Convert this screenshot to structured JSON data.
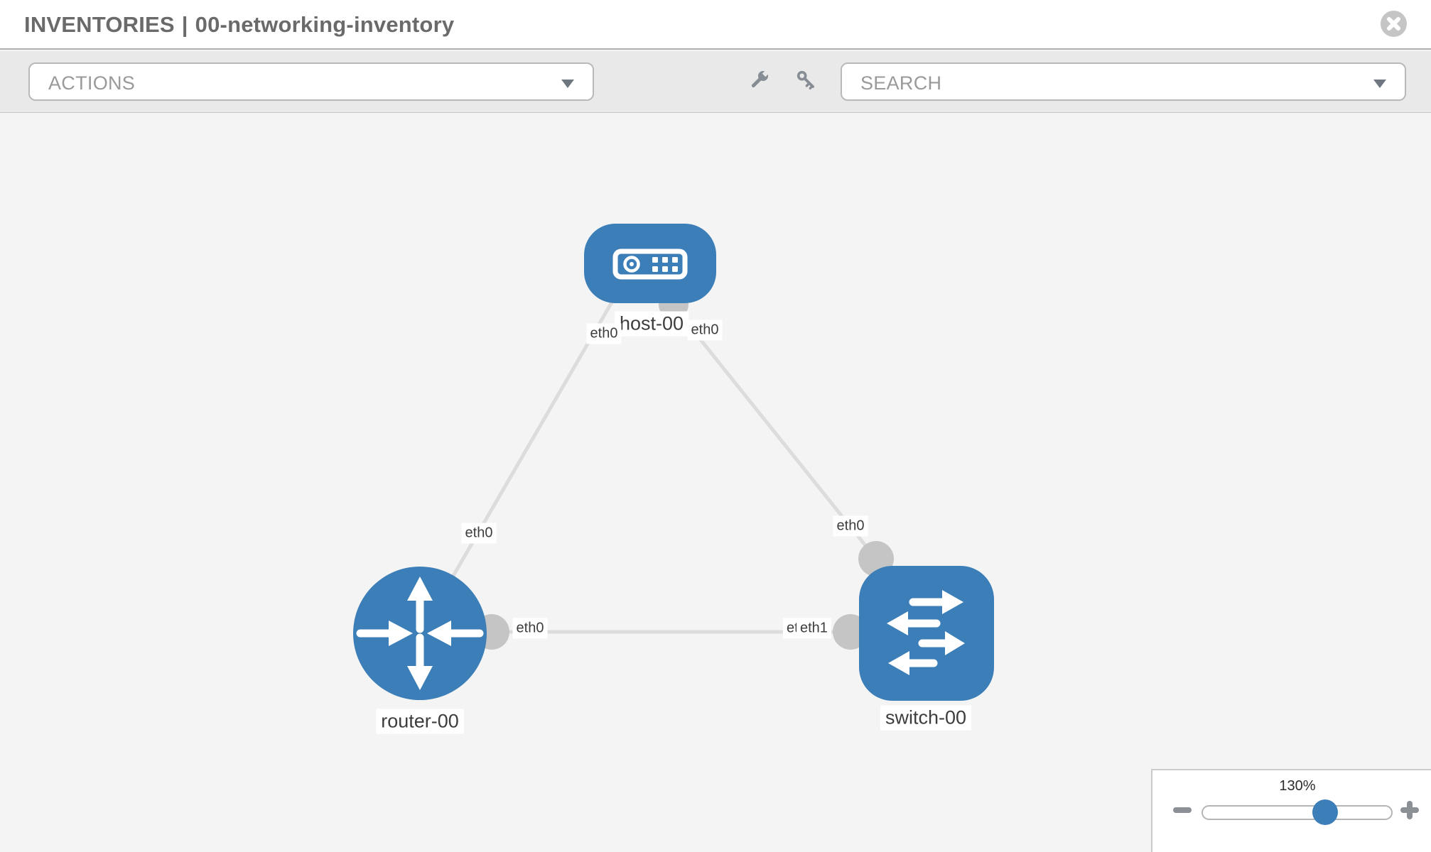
{
  "header": {
    "title": "INVENTORIES",
    "divider": "|",
    "subtitle": "00-networking-inventory"
  },
  "toolbar": {
    "actions_label": "ACTIONS",
    "search_label": "SEARCH",
    "icons": [
      "wrench-icon",
      "key-icon"
    ]
  },
  "graph": {
    "nodes": [
      {
        "id": "host-00",
        "type": "host",
        "label": "host-00"
      },
      {
        "id": "router-00",
        "type": "router",
        "label": "router-00"
      },
      {
        "id": "switch-00",
        "type": "switch",
        "label": "switch-00"
      }
    ],
    "links": [
      {
        "from": "host-00",
        "to": "router-00",
        "from_if": "eth0",
        "to_if": "eth0"
      },
      {
        "from": "host-00",
        "to": "switch-00",
        "from_if": "eth0",
        "to_if": "eth0"
      },
      {
        "from": "router-00",
        "to": "switch-00",
        "from_if": "eth0",
        "to_if": "eth1",
        "overlapped_label": "eth0"
      }
    ]
  },
  "zoom_control": {
    "value": "130%",
    "minus_icon": "minus-icon",
    "plus_icon": "plus-icon"
  },
  "colors": {
    "node_blue": "#3c7eb8",
    "edge_gray": "#dcdcdc",
    "connector_gray": "#c5c5c5",
    "toolbar_bg": "#e9e9e9",
    "canvas_bg": "#f4f4f4",
    "icon_gray": "#878d95"
  }
}
